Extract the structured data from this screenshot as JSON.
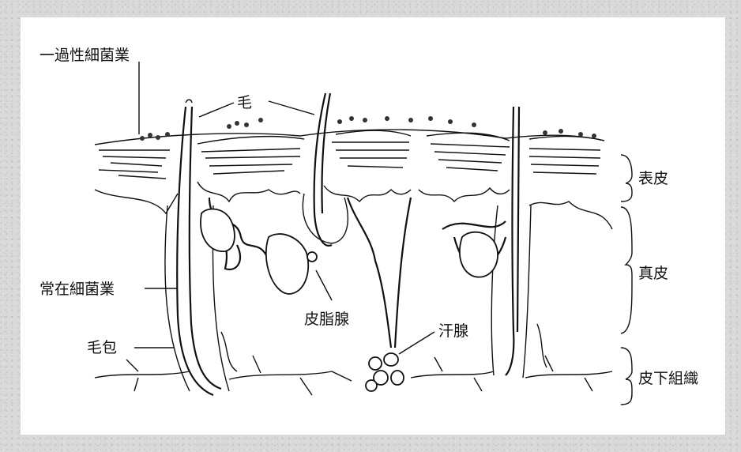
{
  "labels": {
    "transient_bacteria": "一過性細菌業",
    "hair": "毛",
    "resident_bacteria": "常在細菌業",
    "hair_follicle": "毛包",
    "sebaceous_gland": "皮脂腺",
    "sweat_gland": "汗腺",
    "epidermis": "表皮",
    "dermis": "真皮",
    "subcutaneous_tissue": "皮下組織"
  }
}
